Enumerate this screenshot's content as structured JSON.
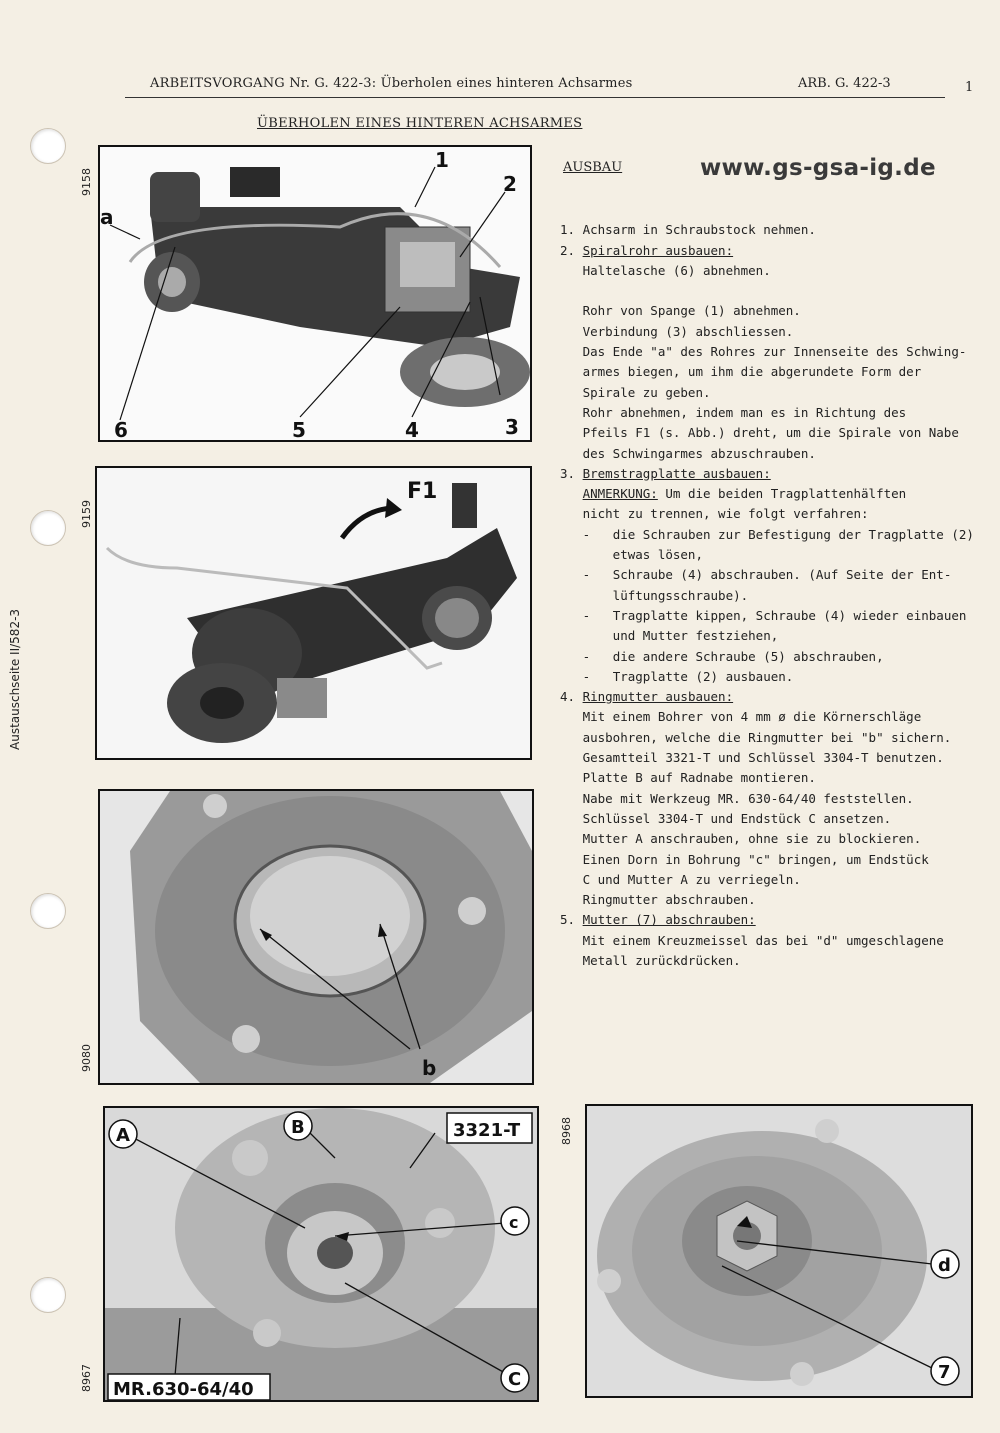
{
  "header": {
    "left": "ARBEITSVORGANG Nr. G. 422-3: Überholen eines hinteren Achsarmes",
    "right": "ARB. G. 422-3",
    "page": "1"
  },
  "doc_title": "ÜBERHOLEN EINES HINTEREN ACHSARMES",
  "side_label": "Austauschseite II/582-3",
  "website": "www.gs-gsa-ig.de",
  "section": "AUSBAU",
  "photos": {
    "p1": {
      "number": "9158",
      "labels": [
        "1",
        "2",
        "a",
        "6",
        "5",
        "4",
        "3"
      ]
    },
    "p2": {
      "number": "9159",
      "labels": [
        "F1"
      ]
    },
    "p3": {
      "number": "9080",
      "labels": [
        "b"
      ]
    },
    "p4": {
      "number": "8967",
      "labels": [
        "A",
        "B",
        "3321-T",
        "c",
        "C",
        "MR.630-64/40"
      ]
    },
    "p5": {
      "number": "8968",
      "labels": [
        "d",
        "7"
      ]
    }
  },
  "steps": [
    {
      "n": "1.",
      "title": "Achsarm in Schraubstock nehmen.",
      "underline": false
    },
    {
      "n": "2.",
      "title": "Spiralrohr ausbauen:",
      "underline": true,
      "lines": [
        "Haltelasche (6) abnehmen.",
        "",
        "Rohr von Spange (1) abnehmen.",
        "Verbindung (3) abschliessen.",
        "Das Ende \"a\" des Rohres zur Innenseite des Schwing-",
        "armes biegen, um ihm die abgerundete Form der",
        "Spirale zu geben.",
        "Rohr abnehmen, indem man es in Richtung des",
        "Pfeils F1 (s. Abb.) dreht, um die Spirale von Nabe",
        "des Schwingarmes abzuschrauben."
      ]
    },
    {
      "n": "3.",
      "title": "Bremstragplatte ausbauen:",
      "underline": true,
      "note_label": "ANMERKUNG:",
      "note_text": " Um die beiden Tragplattenhälften",
      "lines": [
        "nicht zu trennen, wie folgt verfahren:"
      ],
      "bullets": [
        "die Schrauben zur Befestigung der Tragplatte (2)|etwas lösen,",
        "Schraube (4) abschrauben. (Auf Seite der Ent-|lüftungsschraube).",
        "Tragplatte kippen, Schraube (4) wieder einbauen|und Mutter festziehen,",
        "die andere Schraube (5) abschrauben,",
        "Tragplatte (2) ausbauen."
      ]
    },
    {
      "n": "4.",
      "title": "Ringmutter ausbauen:",
      "underline": true,
      "lines": [
        "Mit einem Bohrer von 4 mm ø die Körnerschläge",
        "ausbohren, welche die Ringmutter bei \"b\" sichern.",
        "Gesamtteil 3321-T und Schlüssel 3304-T benutzen.",
        "Platte B auf Radnabe montieren.",
        "Nabe mit Werkzeug MR. 630-64/40 feststellen.",
        "Schlüssel 3304-T und Endstück C ansetzen.",
        "Mutter A anschrauben, ohne sie zu blockieren.",
        "Einen Dorn in Bohrung \"c\" bringen, um Endstück",
        "C und Mutter A zu verriegeln.",
        "Ringmutter abschrauben."
      ]
    },
    {
      "n": "5.",
      "title": "Mutter (7) abschrauben:",
      "underline": true,
      "lines": [
        "Mit einem Kreuzmeissel das bei \"d\" umgeschlagene",
        "Metall zurückdrücken."
      ]
    }
  ],
  "colors": {
    "paper": "#f4efe4",
    "ink": "#222222"
  }
}
